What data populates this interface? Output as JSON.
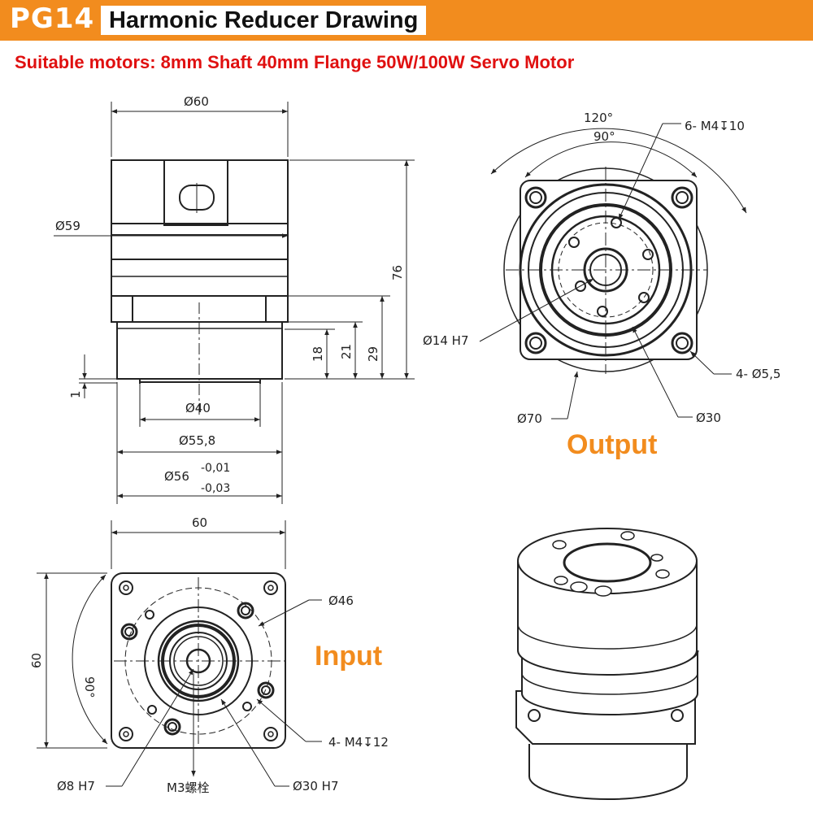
{
  "header": {
    "model": "PG14",
    "title": "Harmonic Reducer Drawing"
  },
  "subtitle": "Suitable motors: 8mm Shaft 40mm Flange 50W/100W Servo Motor",
  "side_view": {
    "d60": "Ø60",
    "d59": "Ø59",
    "d76": "76",
    "d29": "29",
    "d21": "21",
    "d18": "18",
    "d1": "1",
    "d40": "Ø40",
    "d55_8": "Ø55,8",
    "d56": "Ø56",
    "tol_upper": "-0,01",
    "tol_lower": "-0,03"
  },
  "output_view": {
    "label": "Output",
    "ang120": "120°",
    "ang90": "90°",
    "holes6": "6- M4↧10",
    "d14": "Ø14 H7",
    "holes4": "4- Ø5,5",
    "d70": "Ø70",
    "d30": "Ø30"
  },
  "input_view": {
    "label": "Input",
    "w60": "60",
    "h60": "60",
    "ang90": "90°",
    "d46": "Ø46",
    "holes4": "4- M4↧12",
    "d8": "Ø8 H7",
    "m3": "M3螺栓",
    "d30": "Ø30 H7"
  }
}
